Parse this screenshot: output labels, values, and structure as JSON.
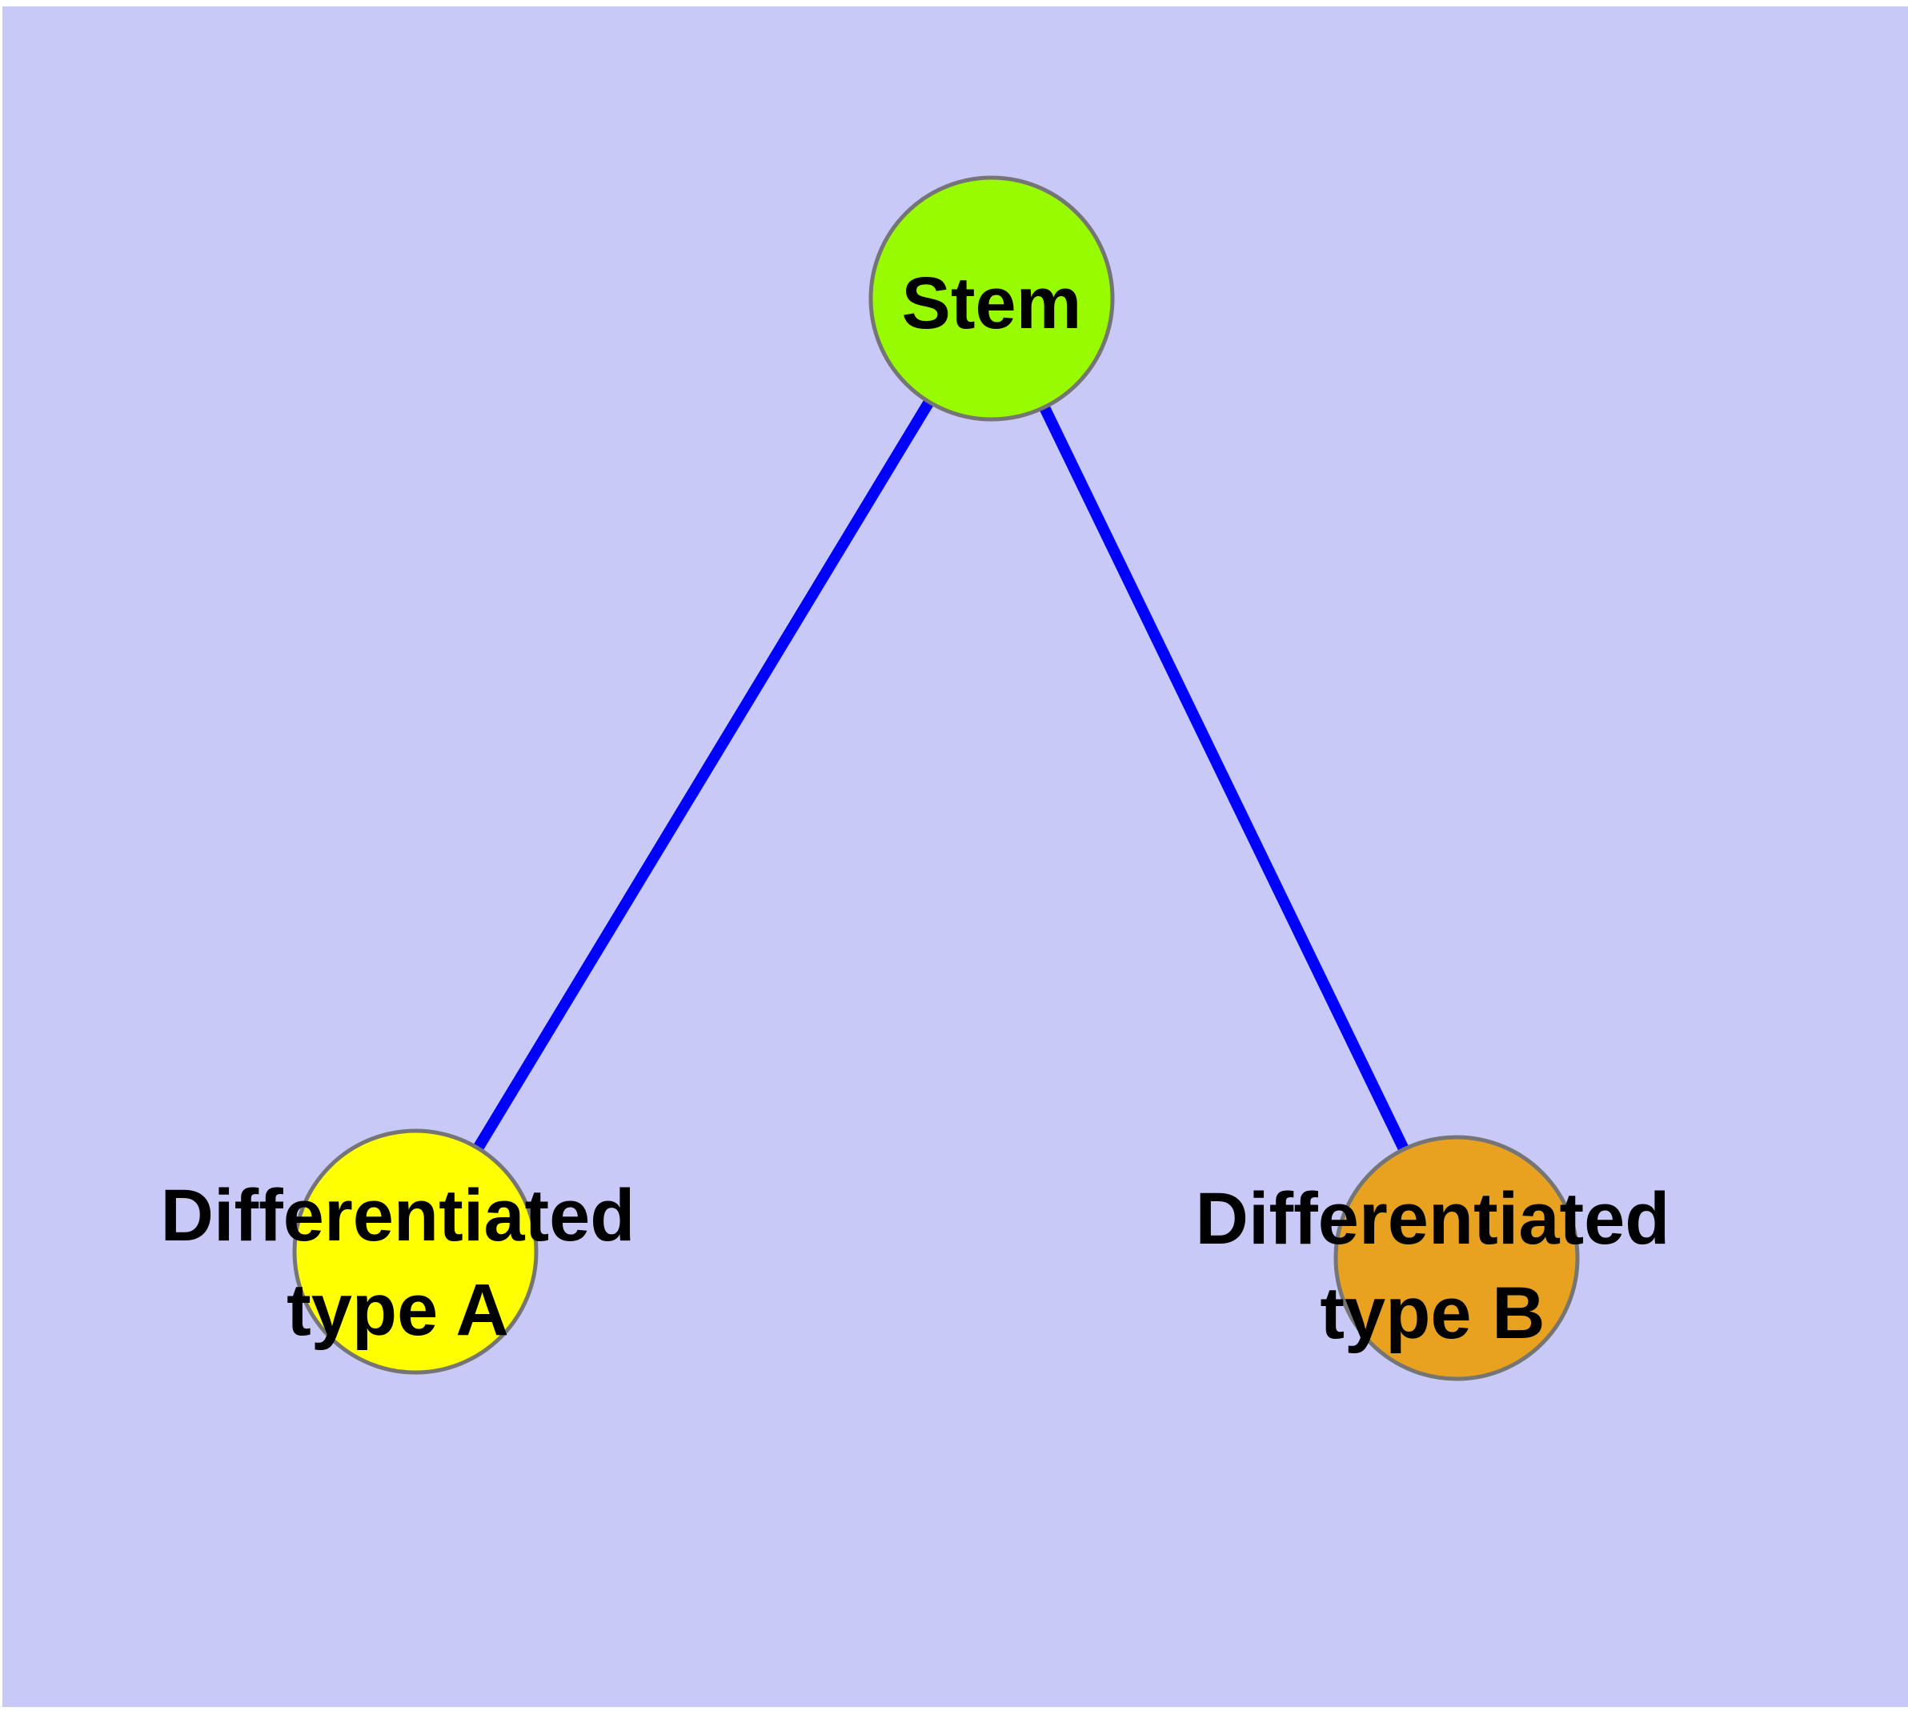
{
  "diagram": {
    "title": "stem cell differentiation graph",
    "canvas": {
      "page_background": "#FFFFFF",
      "background": "#C9C9F7"
    },
    "label_color": "#000000",
    "nodes": {
      "stem": {
        "label": "Stem",
        "fill": "#99FB00",
        "border": "#757575"
      },
      "type_a": {
        "label_line1": "Differentiated",
        "label_line2": "type A",
        "fill": "#FFFF00",
        "border": "#757575"
      },
      "type_b": {
        "label_line1": "Differentiated",
        "label_line2": "type B",
        "fill": "#E8A21F",
        "border": "#757575"
      }
    },
    "edges": {
      "color": "#0000FF",
      "items": [
        {
          "from": "Stem",
          "to": "Differentiated type A"
        },
        {
          "from": "Stem",
          "to": "Differentiated type B"
        }
      ]
    }
  }
}
